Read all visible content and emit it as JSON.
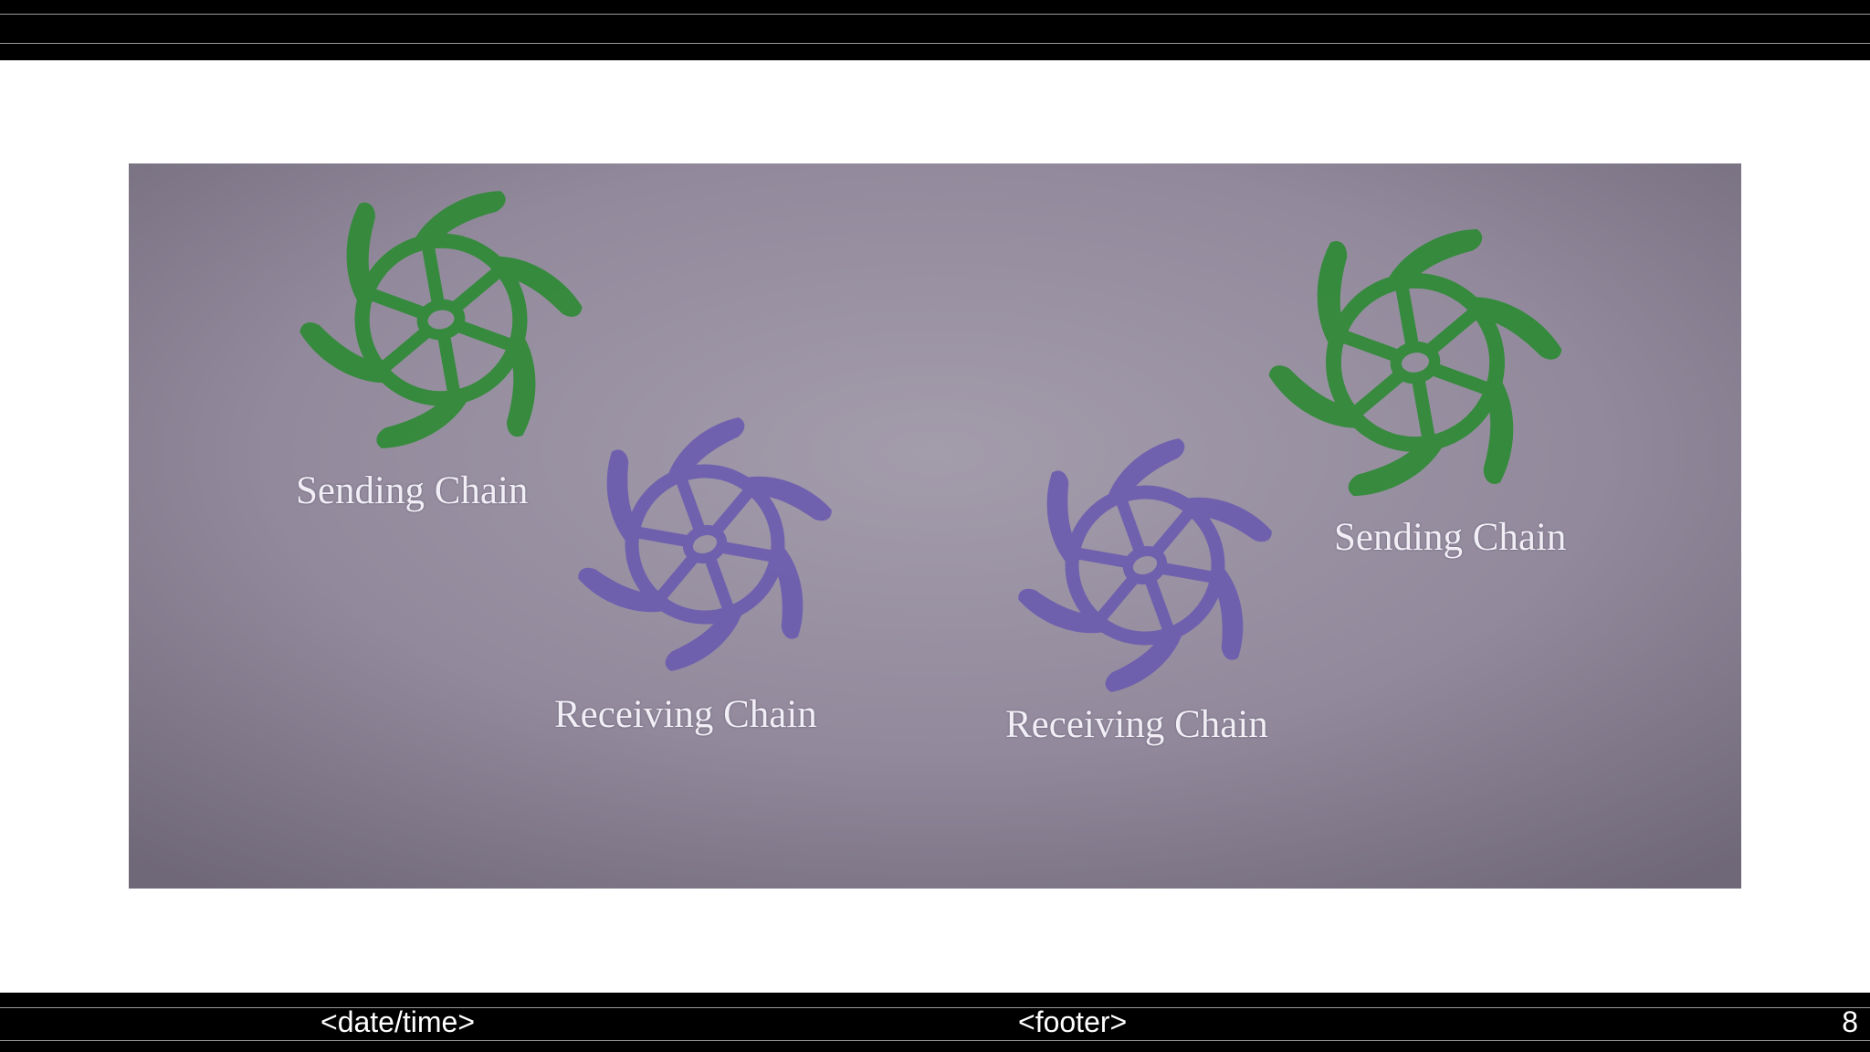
{
  "slide": {
    "page_number": "8",
    "footer": "<footer>",
    "date_time": "<date/time>"
  },
  "figure": {
    "labels": {
      "sending_left": "Sending Chain",
      "receiving_left": "Receiving Chain",
      "receiving_right": "Receiving Chain",
      "sending_right": "Sending Chain"
    }
  },
  "colors": {
    "bar": "#000000",
    "photo_background": "#908898",
    "sending_wheel": "#2f8a36",
    "receiving_wheel": "#6a5ab0",
    "label_text": "#f1eef6"
  },
  "icons": [
    "sending-chain-wheel-icon",
    "receiving-chain-wheel-icon"
  ]
}
